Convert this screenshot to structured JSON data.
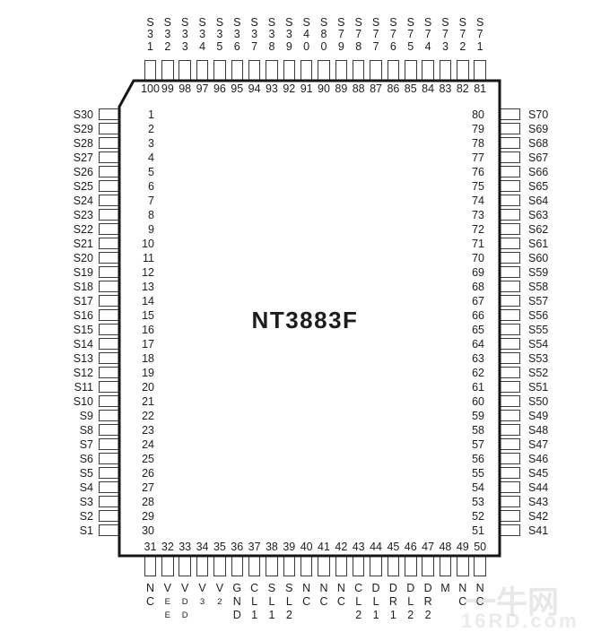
{
  "chip": {
    "title": "NT3883F"
  },
  "watermark": {
    "line1": "一牛网",
    "line2": "16RD.com"
  },
  "colors": {
    "outline": "#161616",
    "pad_border": "#3a3a3a",
    "text": "#1d1d1f"
  },
  "pins": {
    "left": [
      {
        "num": "1",
        "label": "S30"
      },
      {
        "num": "2",
        "label": "S29"
      },
      {
        "num": "3",
        "label": "S28"
      },
      {
        "num": "4",
        "label": "S27"
      },
      {
        "num": "5",
        "label": "S26"
      },
      {
        "num": "6",
        "label": "S25"
      },
      {
        "num": "7",
        "label": "S24"
      },
      {
        "num": "8",
        "label": "S23"
      },
      {
        "num": "9",
        "label": "S22"
      },
      {
        "num": "10",
        "label": "S21"
      },
      {
        "num": "11",
        "label": "S20"
      },
      {
        "num": "12",
        "label": "S19"
      },
      {
        "num": "13",
        "label": "S18"
      },
      {
        "num": "14",
        "label": "S17"
      },
      {
        "num": "15",
        "label": "S16"
      },
      {
        "num": "16",
        "label": "S15"
      },
      {
        "num": "17",
        "label": "S14"
      },
      {
        "num": "18",
        "label": "S13"
      },
      {
        "num": "19",
        "label": "S12"
      },
      {
        "num": "20",
        "label": "S11"
      },
      {
        "num": "21",
        "label": "S10"
      },
      {
        "num": "22",
        "label": "S9"
      },
      {
        "num": "23",
        "label": "S8"
      },
      {
        "num": "24",
        "label": "S7"
      },
      {
        "num": "25",
        "label": "S6"
      },
      {
        "num": "26",
        "label": "S5"
      },
      {
        "num": "27",
        "label": "S4"
      },
      {
        "num": "28",
        "label": "S3"
      },
      {
        "num": "29",
        "label": "S2"
      },
      {
        "num": "30",
        "label": "S1"
      }
    ],
    "right": [
      {
        "num": "80",
        "label": "S70"
      },
      {
        "num": "79",
        "label": "S69"
      },
      {
        "num": "78",
        "label": "S68"
      },
      {
        "num": "77",
        "label": "S67"
      },
      {
        "num": "76",
        "label": "S66"
      },
      {
        "num": "75",
        "label": "S65"
      },
      {
        "num": "74",
        "label": "S64"
      },
      {
        "num": "73",
        "label": "S63"
      },
      {
        "num": "72",
        "label": "S62"
      },
      {
        "num": "71",
        "label": "S61"
      },
      {
        "num": "70",
        "label": "S60"
      },
      {
        "num": "69",
        "label": "S59"
      },
      {
        "num": "68",
        "label": "S58"
      },
      {
        "num": "67",
        "label": "S57"
      },
      {
        "num": "66",
        "label": "S56"
      },
      {
        "num": "65",
        "label": "S55"
      },
      {
        "num": "64",
        "label": "S54"
      },
      {
        "num": "63",
        "label": "S53"
      },
      {
        "num": "62",
        "label": "S52"
      },
      {
        "num": "61",
        "label": "S51"
      },
      {
        "num": "60",
        "label": "S50"
      },
      {
        "num": "59",
        "label": "S49"
      },
      {
        "num": "58",
        "label": "S48"
      },
      {
        "num": "57",
        "label": "S47"
      },
      {
        "num": "56",
        "label": "S46"
      },
      {
        "num": "55",
        "label": "S45"
      },
      {
        "num": "54",
        "label": "S44"
      },
      {
        "num": "53",
        "label": "S43"
      },
      {
        "num": "52",
        "label": "S42"
      },
      {
        "num": "51",
        "label": "S41"
      }
    ],
    "top": [
      {
        "num": "100",
        "label": "S31"
      },
      {
        "num": "99",
        "label": "S32"
      },
      {
        "num": "98",
        "label": "S33"
      },
      {
        "num": "97",
        "label": "S34"
      },
      {
        "num": "96",
        "label": "S35"
      },
      {
        "num": "95",
        "label": "S36"
      },
      {
        "num": "94",
        "label": "S37"
      },
      {
        "num": "93",
        "label": "S38"
      },
      {
        "num": "92",
        "label": "S39"
      },
      {
        "num": "91",
        "label": "S40"
      },
      {
        "num": "90",
        "label": "S80"
      },
      {
        "num": "89",
        "label": "S79"
      },
      {
        "num": "88",
        "label": "S78"
      },
      {
        "num": "87",
        "label": "S77"
      },
      {
        "num": "86",
        "label": "S76"
      },
      {
        "num": "85",
        "label": "S75"
      },
      {
        "num": "84",
        "label": "S74"
      },
      {
        "num": "83",
        "label": "S73"
      },
      {
        "num": "82",
        "label": "S72"
      },
      {
        "num": "81",
        "label": "S71"
      }
    ],
    "bottom": [
      {
        "num": "31",
        "label": "NC"
      },
      {
        "num": "32",
        "label": "VEE",
        "sub_from": 1
      },
      {
        "num": "33",
        "label": "VDD",
        "sub_from": 1
      },
      {
        "num": "34",
        "label": "V3",
        "sub_from": 1
      },
      {
        "num": "35",
        "label": "V2",
        "sub_from": 1
      },
      {
        "num": "36",
        "label": "GND"
      },
      {
        "num": "37",
        "label": "CL1"
      },
      {
        "num": "38",
        "label": "SL1"
      },
      {
        "num": "39",
        "label": "SL2"
      },
      {
        "num": "40",
        "label": "NC"
      },
      {
        "num": "41",
        "label": "NC"
      },
      {
        "num": "42",
        "label": "NC"
      },
      {
        "num": "43",
        "label": "CL2"
      },
      {
        "num": "44",
        "label": "DL1"
      },
      {
        "num": "45",
        "label": "DR1"
      },
      {
        "num": "46",
        "label": "DL2"
      },
      {
        "num": "47",
        "label": "DR2"
      },
      {
        "num": "48",
        "label": "M"
      },
      {
        "num": "49",
        "label": "NC"
      },
      {
        "num": "50",
        "label": "NC"
      }
    ]
  }
}
